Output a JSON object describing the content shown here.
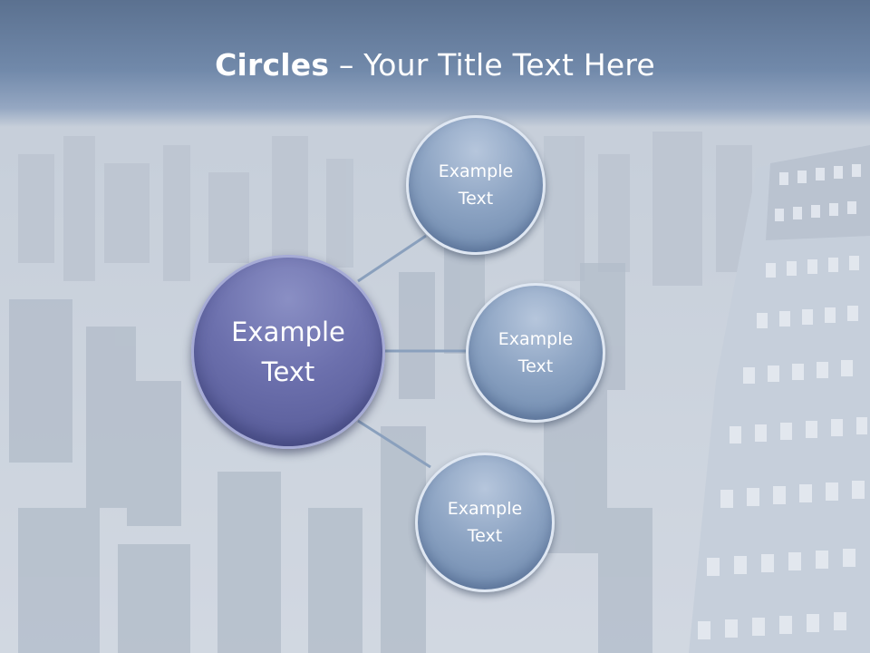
{
  "slide": {
    "title_bold": "Circles",
    "title_rest": " – Your Title Text Here"
  },
  "diagram": {
    "center": {
      "label": "Example Text"
    },
    "nodes": [
      {
        "label": "Example Text"
      },
      {
        "label": "Example Text"
      },
      {
        "label": "Example Text"
      }
    ]
  },
  "colors": {
    "title_band": "#6b83a5",
    "center_circle": "#6468a6",
    "node_circle": "#8ea5c4",
    "connector": "#8aa0bd"
  }
}
